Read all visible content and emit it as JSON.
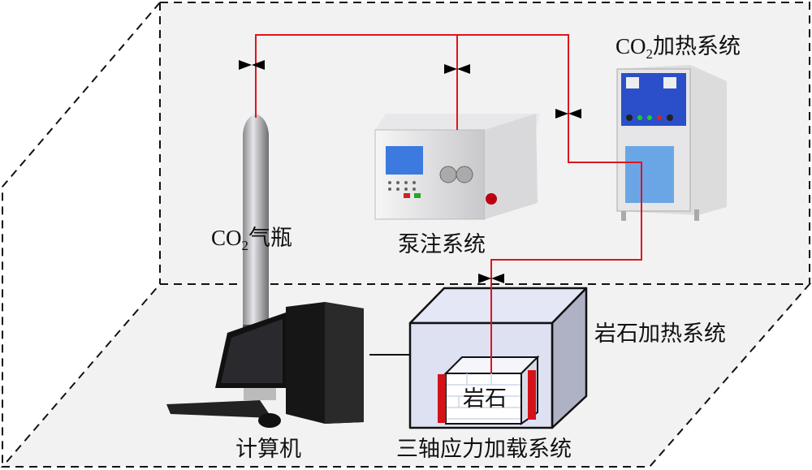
{
  "labels": {
    "co2_cylinder": "CO",
    "co2_cylinder_sub": "2",
    "co2_cylinder_rest": "气瓶",
    "pump": "泵注系统",
    "co2_heater": "CO",
    "co2_heater_sub": "2",
    "co2_heater_rest": "加热系统",
    "rock_heater": "岩石加热系统",
    "computer": "计算机",
    "triaxial": "三轴应力加载系统",
    "rock": "岩石"
  },
  "colors": {
    "pipe": "#e0141c",
    "box_front": "#dde1f2",
    "box_side": "#aeb2c4",
    "heater_panel": "#2a4fc8",
    "heater_door": "#6aa6e6",
    "plate": "#d41218"
  }
}
